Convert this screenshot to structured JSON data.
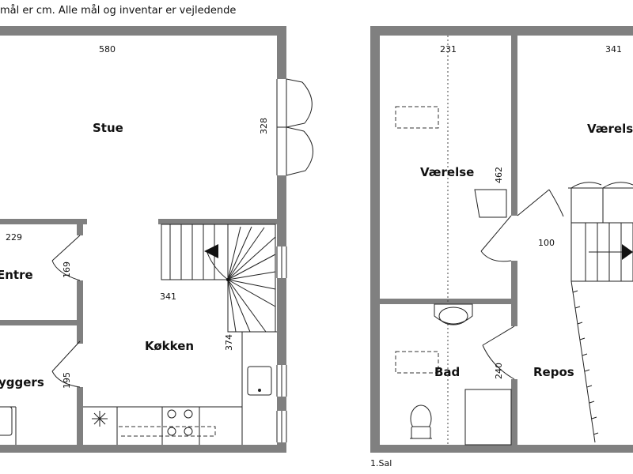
{
  "note": "mål er cm. Alle mål og inventar er vejledende",
  "ground_floor": {
    "rooms": {
      "stue": "Stue",
      "entre": "Entre",
      "bryggers": "yggers",
      "kokken": "Køkken"
    },
    "dims": {
      "stue_width": "580",
      "stue_depth": "328",
      "entre_width": "229",
      "entre_depth": "169",
      "bryggers_depth": "195",
      "kokken_width": "341",
      "kokken_depth": "374"
    }
  },
  "first_floor": {
    "label": "1.Sal",
    "rooms": {
      "vaerelse_left": "Værelse",
      "vaerelse_right": "Værelse",
      "bad": "Bad",
      "repos": "Repos"
    },
    "dims": {
      "vaerelse_left_width": "231",
      "vaerelse_left_depth": "462",
      "vaerelse_right_width": "341",
      "hall_width": "100",
      "bad_depth": "240"
    }
  }
}
